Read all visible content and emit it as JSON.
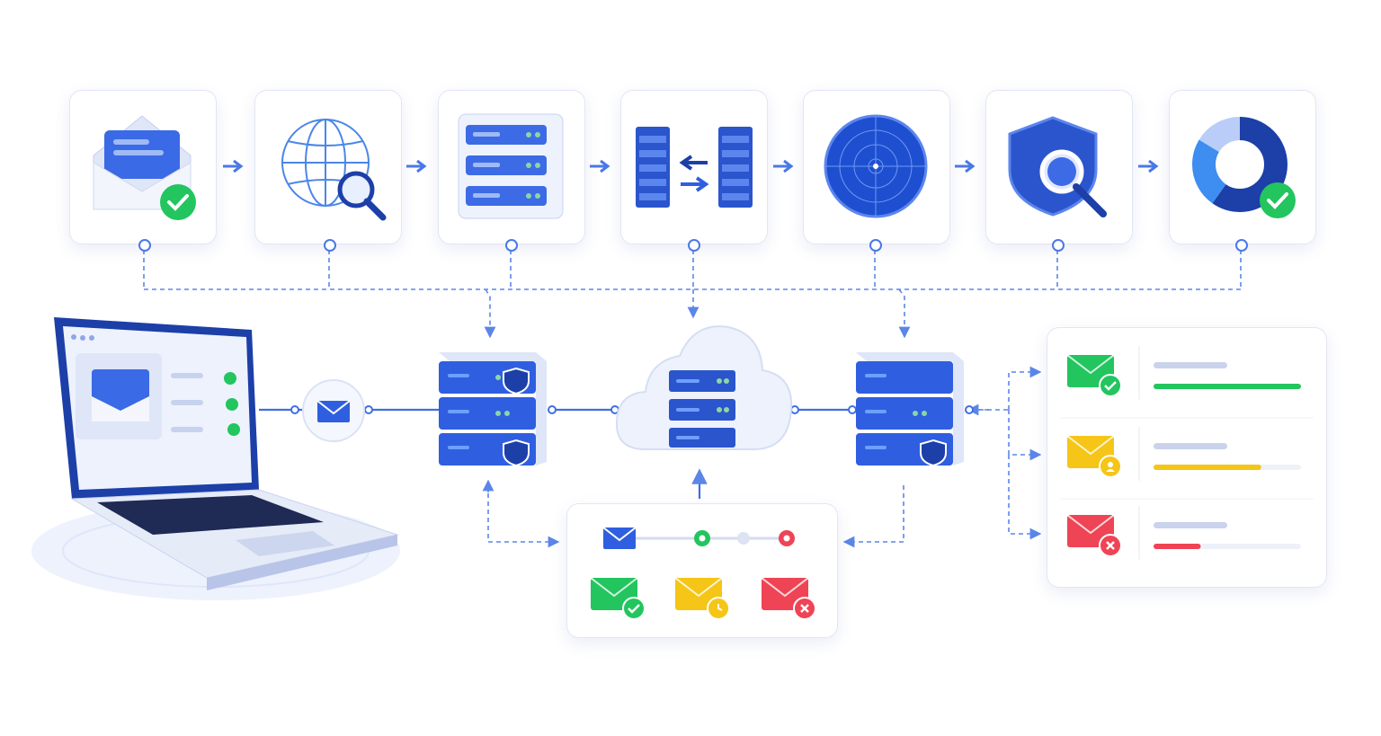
{
  "colors": {
    "primary": "#2f5fe0",
    "primary_dark": "#1c3fa8",
    "line": "#5b86e8",
    "success": "#22c55e",
    "warning": "#f5c518",
    "danger": "#ef4455",
    "card_border": "#e2e6f4"
  },
  "pipeline_steps": [
    {
      "icon": "envelope-check-icon"
    },
    {
      "icon": "globe-search-icon"
    },
    {
      "icon": "server-stack-icon"
    },
    {
      "icon": "server-transfer-icon"
    },
    {
      "icon": "radar-icon"
    },
    {
      "icon": "shield-search-icon"
    },
    {
      "icon": "donut-chart-check-icon"
    }
  ],
  "status_list": [
    {
      "icon": "envelope-check-icon",
      "color": "#22c55e",
      "progress": 1.0
    },
    {
      "icon": "envelope-user-icon",
      "color": "#f5c518",
      "progress": 0.73
    },
    {
      "icon": "envelope-error-icon",
      "color": "#ef4455",
      "progress": 0.32
    }
  ],
  "tracker": {
    "stages": [
      "start",
      "success",
      "pending",
      "error"
    ],
    "outcomes": [
      {
        "icon": "envelope-check-icon",
        "color": "#22c55e"
      },
      {
        "icon": "envelope-clock-icon",
        "color": "#f5c518"
      },
      {
        "icon": "envelope-error-icon",
        "color": "#ef4455"
      }
    ]
  },
  "laptop_checklist": [
    {
      "icon": "check-icon"
    },
    {
      "icon": "check-icon"
    },
    {
      "icon": "check-icon"
    }
  ]
}
